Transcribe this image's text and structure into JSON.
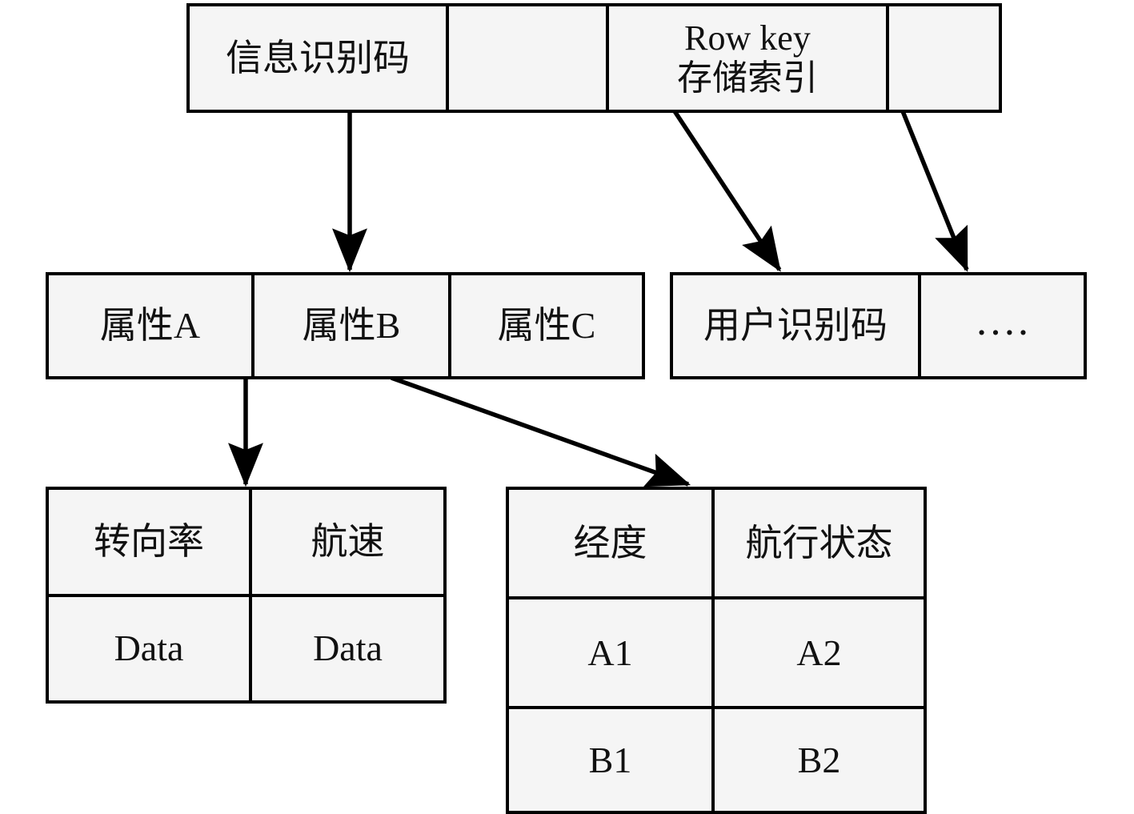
{
  "diagram": {
    "title": "HBase row key storage structure diagram",
    "colors": {
      "background": "#ffffff",
      "cell_fill": "#f5f5f5",
      "stroke": "#000000",
      "text": "#111111"
    },
    "tables": {
      "top": {
        "name": "row-key-table",
        "cells": [
          {
            "label": "信息识别码"
          },
          {
            "label": ""
          },
          {
            "label": "Row key\n存储索引"
          },
          {
            "label": ""
          }
        ]
      },
      "attributes": {
        "name": "attribute-table",
        "cells": [
          {
            "label": "属性A"
          },
          {
            "label": "属性B"
          },
          {
            "label": "属性C"
          }
        ]
      },
      "user": {
        "name": "user-id-table",
        "cells": [
          {
            "label": "用户识别码"
          },
          {
            "label": "…."
          }
        ]
      },
      "navigation": {
        "name": "navigation-data-table",
        "rows": [
          [
            "转向率",
            "航速"
          ],
          [
            "Data",
            "Data"
          ]
        ]
      },
      "position": {
        "name": "position-data-table",
        "rows": [
          [
            "经度",
            "航行状态"
          ],
          [
            "A1",
            "A2"
          ],
          [
            "B1",
            "B2"
          ]
        ]
      }
    },
    "arrows": [
      {
        "name": "arrow-info-code-to-attribute-b",
        "from": "信息识别码",
        "to": "属性B"
      },
      {
        "name": "arrow-row-key-to-user-id",
        "from": "Row key 存储索引",
        "to": "用户识别码"
      },
      {
        "name": "arrow-last-cell-to-ellipsis",
        "from": "Row key 存储索引",
        "to": "…."
      },
      {
        "name": "arrow-attribute-a-to-navigation",
        "from": "属性A",
        "to": "转向率 / 航速"
      },
      {
        "name": "arrow-attribute-b-to-position",
        "from": "属性B",
        "to": "经度 / 航行状态"
      }
    ]
  }
}
